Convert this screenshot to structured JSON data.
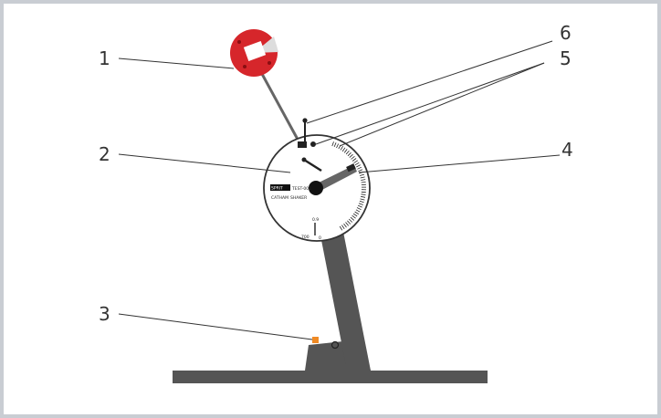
{
  "labels": [
    {
      "id": "1",
      "text": "1"
    },
    {
      "id": "2",
      "text": "2"
    },
    {
      "id": "3",
      "text": "3"
    },
    {
      "id": "4",
      "text": "4"
    },
    {
      "id": "5",
      "text": "5"
    },
    {
      "id": "6",
      "text": "6"
    }
  ],
  "gauge": {
    "brand": "SPRIT",
    "model": "TEST-001",
    "text_left": "CATHAM",
    "text_right": "SHAKER",
    "bottom_left": "700",
    "bottom_right": "0",
    "bottom_mid": "0.9"
  },
  "colors": {
    "frame": "#c9cdd3",
    "stand": "#555555",
    "hammer_head": "#d6262b",
    "stop_block": "#f08a24"
  }
}
